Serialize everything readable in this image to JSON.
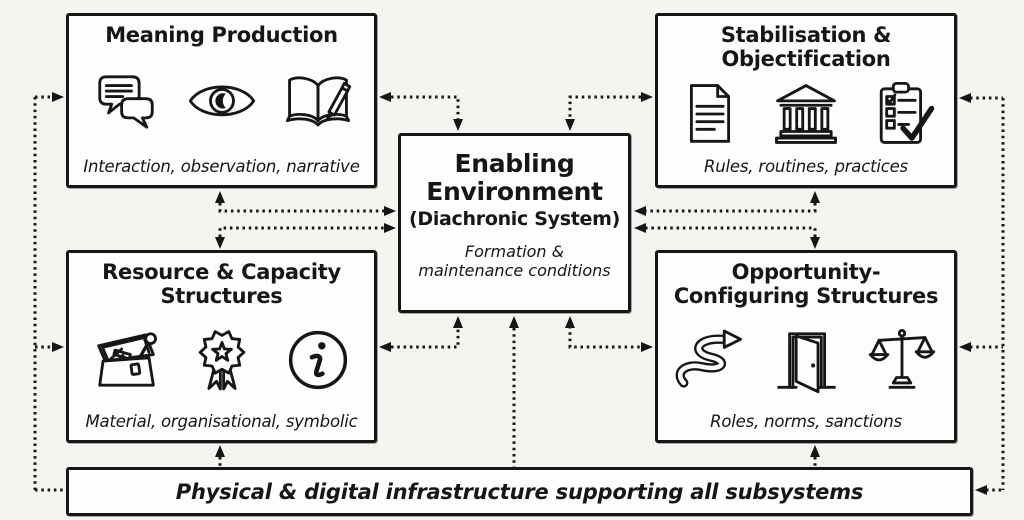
{
  "colors": {
    "background": "#f5f4f1",
    "ink": "#161616",
    "box_fill": "#fdfdfb"
  },
  "boxes": {
    "meaning_production": {
      "title": "Meaning Production",
      "subtitle": "Interaction, observation, narrative",
      "icons": [
        "speech-bubbles-icon",
        "eye-icon",
        "open-book-pencil-icon"
      ]
    },
    "stabilisation_objectification": {
      "title": "Stabilisation & Objectification",
      "subtitle": "Rules, routines, practices",
      "icons": [
        "document-icon",
        "bank-icon",
        "checklist-icon"
      ]
    },
    "enabling_environment": {
      "title": "Enabling Environment",
      "parenthetical": "(Diachronic System)",
      "description": "Formation & maintenance conditions"
    },
    "resource_capacity": {
      "title": "Resource & Capacity Structures",
      "subtitle": "Material, organisational, symbolic",
      "icons": [
        "toolbox-icon",
        "award-rosette-icon",
        "info-icon"
      ]
    },
    "opportunity_configuring": {
      "title": "Opportunity-Configuring Structures",
      "subtitle": "Roles, norms, sanctions",
      "icons": [
        "winding-path-arrow-icon",
        "open-door-icon",
        "scales-icon"
      ]
    },
    "infrastructure": {
      "title": "Physical & digital infrastructure supporting all subsystems"
    }
  }
}
